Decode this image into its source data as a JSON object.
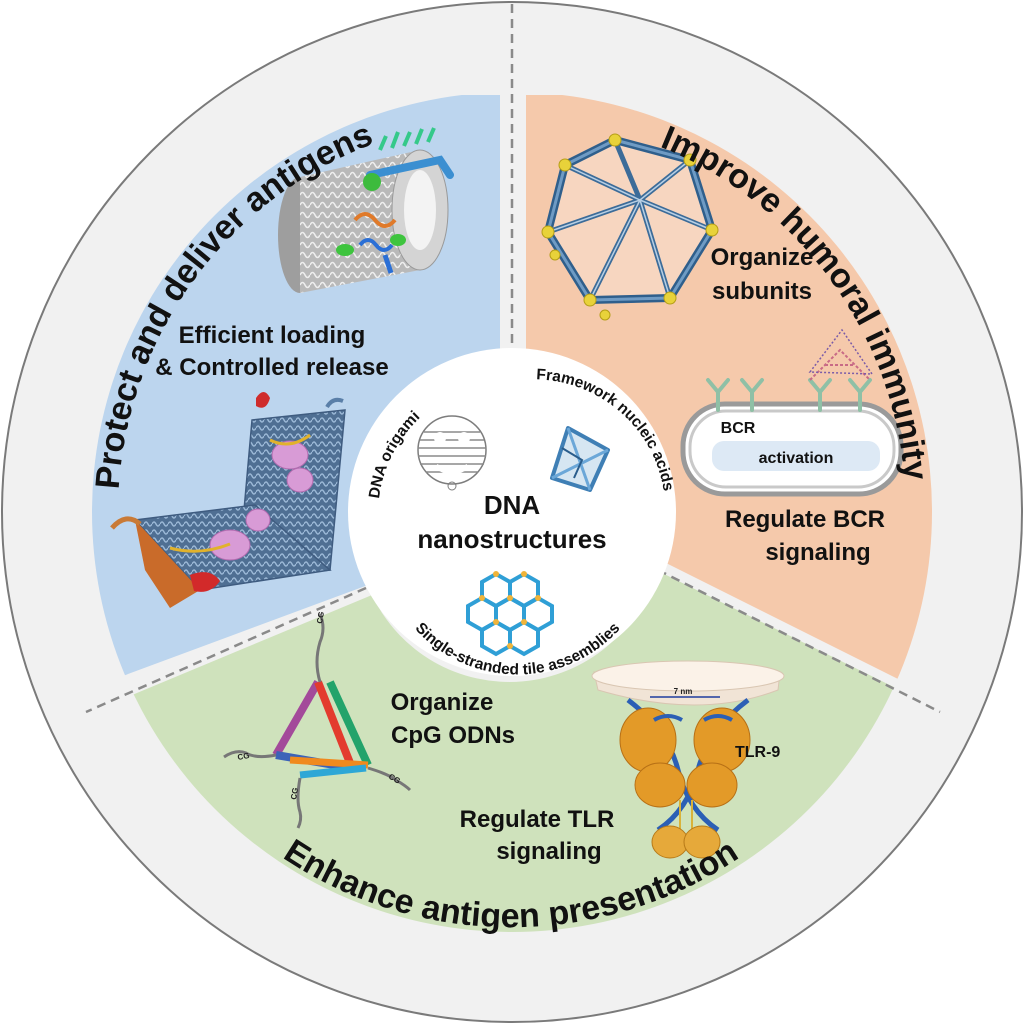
{
  "ring_titles": {
    "top_left": "Protect and deliver antigens",
    "top_right": "Improve humoral immunity",
    "bottom": "Enhance antigen presentation"
  },
  "top_left_sector": {
    "label_line1": "Efficient loading",
    "label_line2": "& Controlled release"
  },
  "top_right_sector": {
    "organize_line1": "Organize",
    "organize_line2": "subunits",
    "bcr_label": "BCR",
    "activation_label": "activation",
    "regulate_line1": "Regulate BCR",
    "regulate_line2": "signaling"
  },
  "bottom_sector": {
    "organize_line1": "Organize",
    "organize_line2": "CpG ODNs",
    "cg_label": "CG",
    "scale_label": "7 nm",
    "tlr_label": "TLR-9",
    "regulate_line1": "Regulate TLR",
    "regulate_line2": "signaling"
  },
  "center": {
    "title_line1": "DNA",
    "title_line2": "nanostructures",
    "arc_origami": "DNA origami",
    "arc_framework": "Framework nucleic acids",
    "arc_tiles": "Single-stranded tile assemblies"
  },
  "colors": {
    "blue_sector": "#bcd5ee",
    "peach_sector": "#f5c9ab",
    "green_sector": "#cfe2bc",
    "ring": "#f2f2f2"
  }
}
